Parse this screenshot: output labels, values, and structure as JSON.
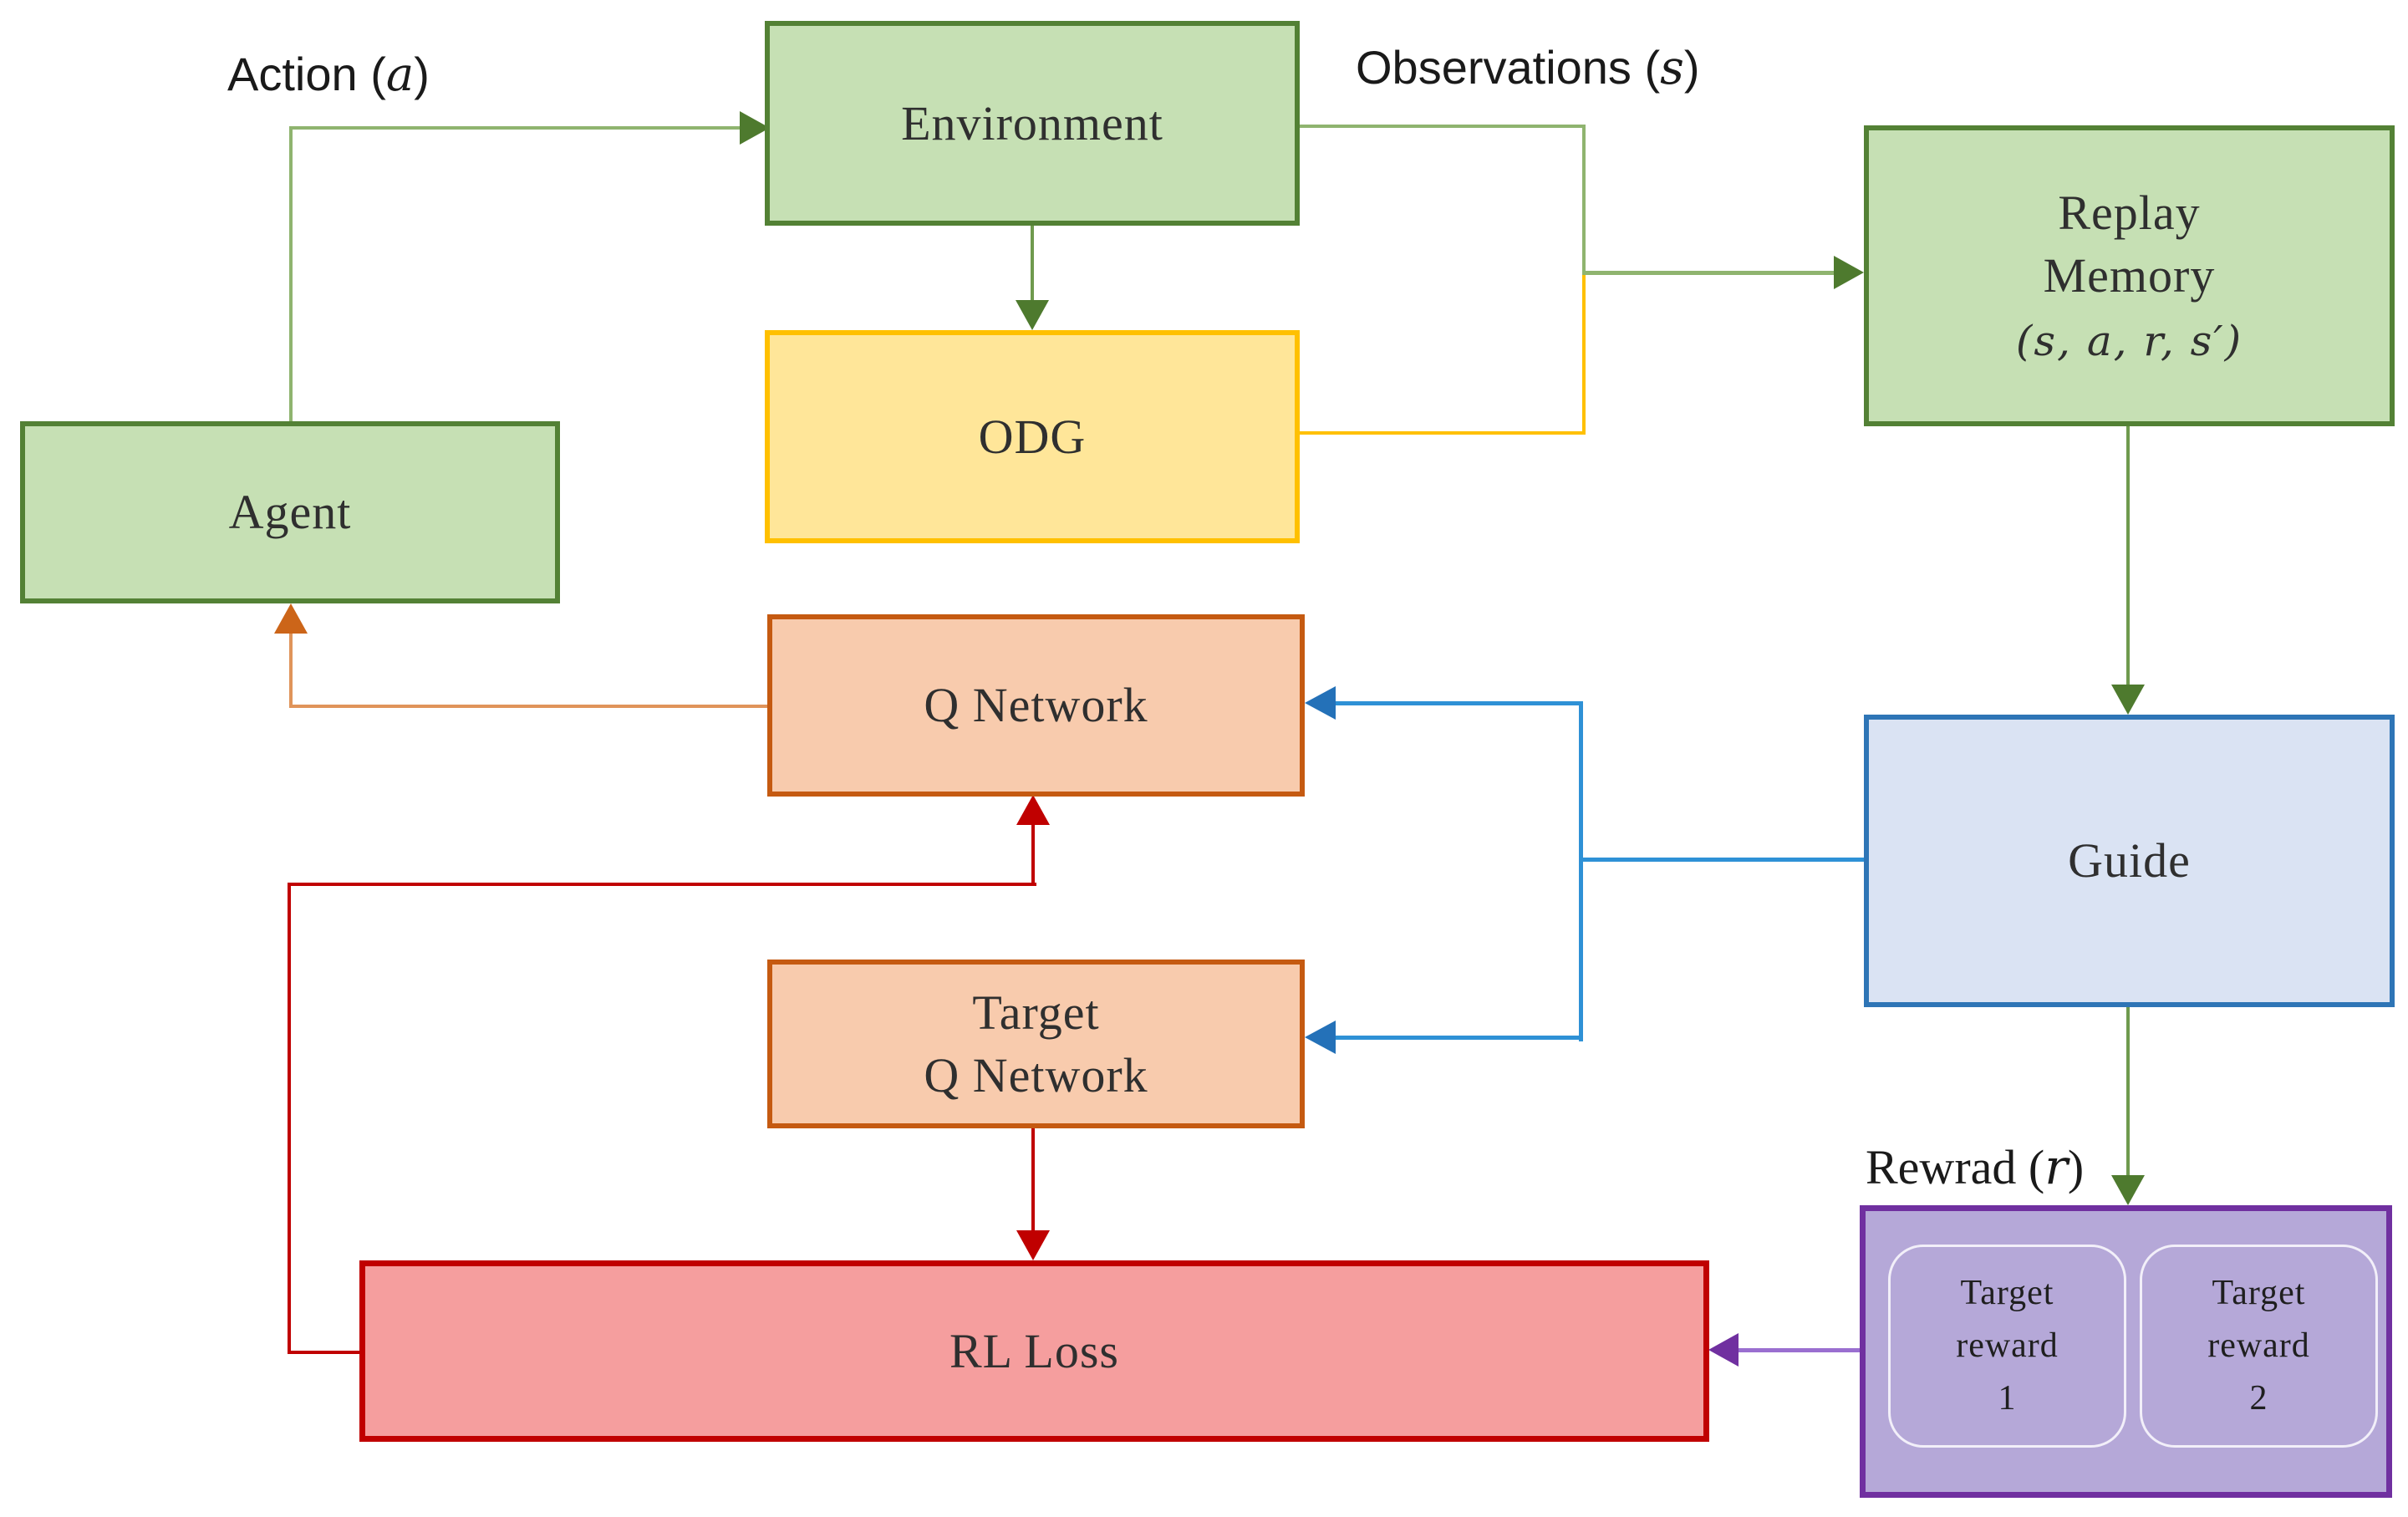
{
  "diagram_title": "Guided deep Q-learning architecture diagram",
  "labels": {
    "action": {
      "prefix": "Action (",
      "var": "a",
      "suffix": ")"
    },
    "observations": {
      "prefix": "Observations (",
      "var": "s",
      "suffix": ")"
    },
    "reward": {
      "prefix": "Rewrad (",
      "var": "r",
      "suffix": ")"
    }
  },
  "nodes": {
    "environment": {
      "label": "Environment"
    },
    "odg": {
      "label": "ODG"
    },
    "replay_memory": {
      "line1": "Replay",
      "line2": "Memory",
      "line3": "(s, a, r, s′)"
    },
    "agent": {
      "label": "Agent"
    },
    "q_network": {
      "label": "Q Network"
    },
    "guide": {
      "label": "Guide"
    },
    "target_q_network": {
      "line1": "Target",
      "line2": "Q Network"
    },
    "rl_loss": {
      "label": "RL Loss"
    },
    "reward_box": {
      "reward1": {
        "line1": "Target",
        "line2": "reward",
        "line3": "1"
      },
      "reward2": {
        "line1": "Target",
        "line2": "reward",
        "line3": "2"
      }
    }
  },
  "colors": {
    "green_fill": "#c6e0b4",
    "green_border": "#538135",
    "green_line": "#8fb46f",
    "green_arrow": "#4e7a2e",
    "yellow_fill": "#ffe699",
    "yellow_border": "#ffc000",
    "orange_fill": "#f8cbad",
    "orange_border": "#c55a11",
    "orange_line": "#e0945a",
    "orange_arrow": "#cc6519",
    "blue_fill": "#dae3f3",
    "blue_border": "#2e75b6",
    "blue_line": "#2e91d6",
    "red_fill": "#f59e9e",
    "red_border": "#c00000",
    "red_line": "#c00000",
    "purple_fill": "#b5a8d8",
    "purple_border": "#7030a0",
    "purple_line": "#9a6fd0"
  },
  "edges": [
    {
      "from": "agent",
      "to": "environment",
      "label": "Action (a)",
      "color": "green"
    },
    {
      "from": "environment",
      "to": "odg",
      "color": "green"
    },
    {
      "from": "environment",
      "to": "replay_memory",
      "label": "Observations (s)",
      "color": "green"
    },
    {
      "from": "odg",
      "to": "replay_memory",
      "color": "yellow"
    },
    {
      "from": "replay_memory",
      "to": "guide",
      "color": "green"
    },
    {
      "from": "guide",
      "to": "q_network",
      "color": "blue"
    },
    {
      "from": "guide",
      "to": "target_q_network",
      "color": "blue"
    },
    {
      "from": "guide",
      "to": "reward_box",
      "label": "Rewrad (r)",
      "color": "green"
    },
    {
      "from": "q_network",
      "to": "agent",
      "color": "orange"
    },
    {
      "from": "target_q_network",
      "to": "rl_loss",
      "color": "red"
    },
    {
      "from": "rl_loss",
      "to": "q_network",
      "color": "red"
    },
    {
      "from": "reward_box",
      "to": "rl_loss",
      "color": "purple"
    }
  ]
}
